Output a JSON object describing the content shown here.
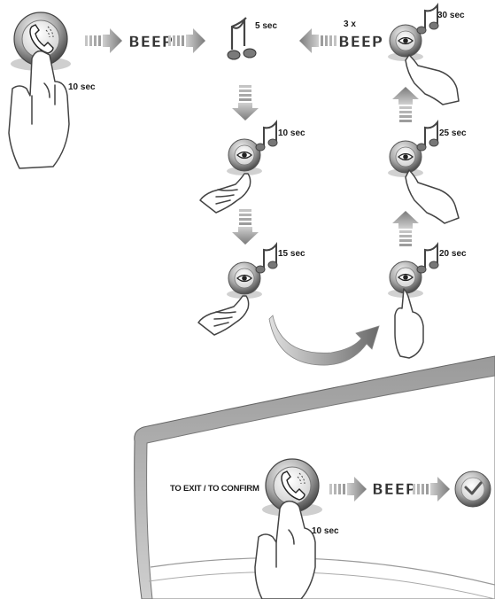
{
  "steps": {
    "start_time": "10 sec",
    "beep": "BEEP",
    "note_time": "5 sec",
    "triple": "3 x",
    "triple_beep": "BEEP",
    "t10": "10 sec",
    "t15": "15 sec",
    "t20": "20 sec",
    "t25": "25 sec",
    "t30": "30 sec"
  },
  "panel": {
    "label": "TO EXIT / TO CONFIRM",
    "beep": "BEEP",
    "time": "10 sec"
  },
  "colors": {
    "button_dark": "#4a4a4a",
    "button_light": "#d8d8d8",
    "arrow": "#8c8c8c",
    "ink": "#1a1a1a"
  }
}
